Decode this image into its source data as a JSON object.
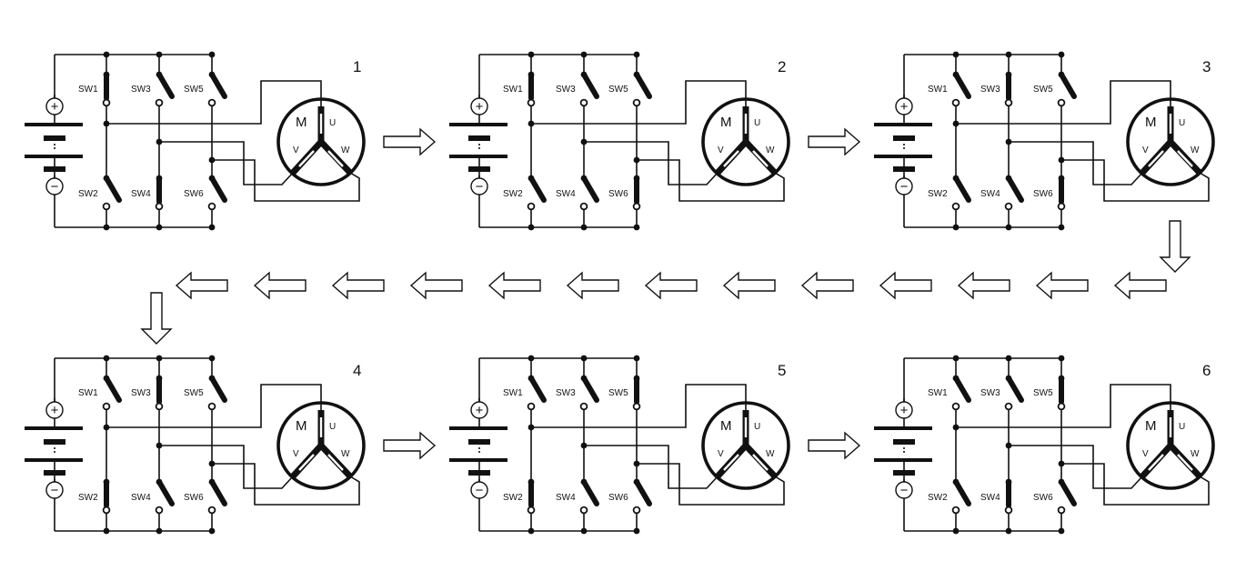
{
  "diagram": {
    "plus_symbol": "+",
    "minus_symbol": "−",
    "motor_label": "M",
    "phase_labels": [
      "U",
      "V",
      "W"
    ],
    "switch_labels": [
      "SW1",
      "SW2",
      "SW3",
      "SW4",
      "SW5",
      "SW6"
    ],
    "steps": [
      {
        "number": "1",
        "closed": [
          "SW1",
          "SW4"
        ]
      },
      {
        "number": "2",
        "closed": [
          "SW1",
          "SW6"
        ]
      },
      {
        "number": "3",
        "closed": [
          "SW3",
          "SW6"
        ]
      },
      {
        "number": "4",
        "closed": [
          "SW3",
          "SW2"
        ]
      },
      {
        "number": "5",
        "closed": [
          "SW5",
          "SW2"
        ]
      },
      {
        "number": "6",
        "closed": [
          "SW5",
          "SW4"
        ]
      }
    ],
    "sequence_order": [
      "1",
      "2",
      "3",
      "4",
      "5",
      "6"
    ]
  }
}
